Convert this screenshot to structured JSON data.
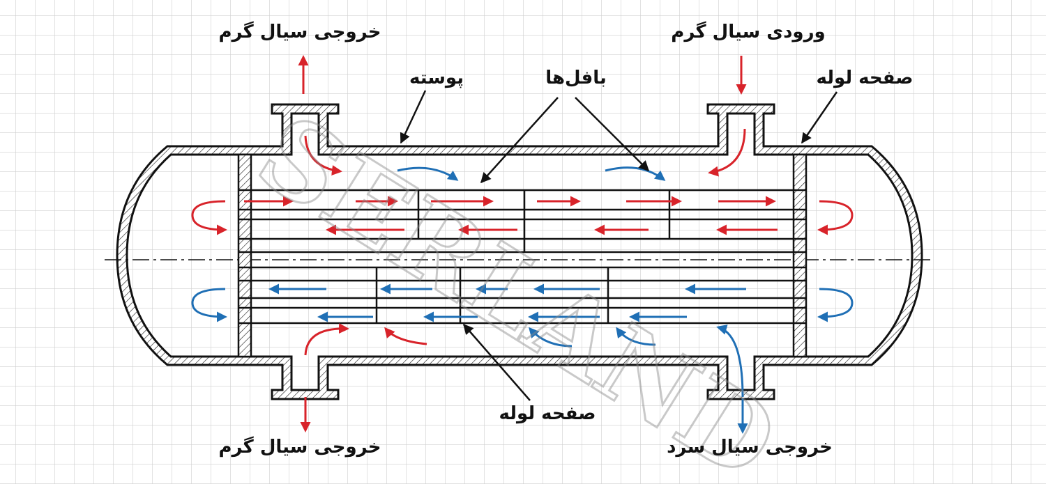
{
  "labels": {
    "hot_outlet_top": "خروجی سیال گرم",
    "cold_inlet_top": "ورودی سیال گرم",
    "shell": "پوسته",
    "baffles": "بافل‌ها",
    "tube_sheet_right": "صفحه لوله",
    "tube_sheet_bottom": "صفحه لوله",
    "hot_outlet_bottom": "خروجی سیال گرم",
    "cold_outlet_bottom": "خروجی سیال سرد"
  },
  "watermark": "SERLAND",
  "colors": {
    "hot": "#d8232a",
    "cold": "#1f6fb5",
    "line": "#111111",
    "grid": "#cfcfcf"
  }
}
